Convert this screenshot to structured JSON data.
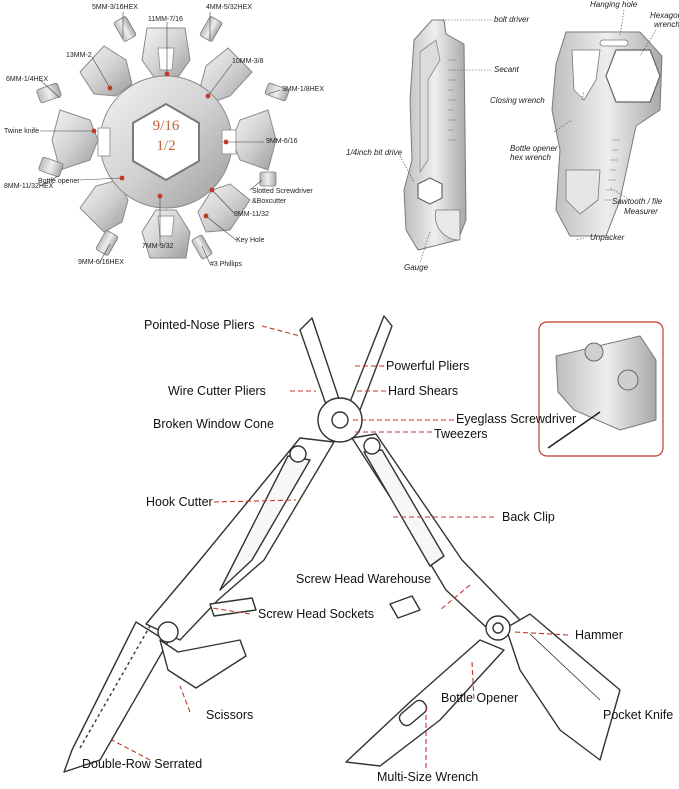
{
  "colors": {
    "accent_dot": "#c0392b",
    "hex_text": "#c0613a",
    "leader_dashed": "#c0392b",
    "inset_border": "#c0392b"
  },
  "snowflake": {
    "center_top": "9/16",
    "center_bottom": "1/2",
    "labels": {
      "hex_5mm": "5MM-3/16HEX",
      "mm11": "11MM-7/16",
      "hex_4mm": "4MM-5/32HEX",
      "mm13": "13MM-2",
      "mm10": "10MM-3/8",
      "hex_6mm": "6MM-1/4HEX",
      "hex_3mm": "3MM-1/8HEX",
      "twine": "Twine knife",
      "mm9": "9MM-6/16",
      "hex_8mm": "8MM-11/32HEX",
      "bottle": "Bottle opener",
      "slotted_1": "Slotted Screwdriver",
      "slotted_2": "&Boxcutter",
      "mm8": "8MM-11/32",
      "mm7": "7MM-9/32",
      "keyhole": "Key Hole",
      "hex_9mm": "9MM-6/16HEX",
      "phillips": "#3 Phillips"
    }
  },
  "key_tools": {
    "labels": {
      "bolt": "bolt driver",
      "secant": "Secant",
      "bitdrive": "1/4inch bit drive",
      "gauge": "Gauge",
      "hanging": "Hanging hole",
      "hexwrench_1": "Hexagon",
      "hexwrench_2": "wrench",
      "closing": "Closing wrench",
      "bottlehex_1": "Bottle opener",
      "bottlehex_2": "hex wrench",
      "saw_1": "Sawtooth / file",
      "saw_2": "Measurer",
      "unpacker": "Unpacker"
    }
  },
  "multitool": {
    "labels": {
      "pointed": "Pointed-Nose Pliers",
      "powerful": "Powerful Pliers",
      "wirecutter": "Wire Cutter Pliers",
      "hardshears": "Hard Shears",
      "broken": "Broken Window Cone",
      "eyeglass": "Eyeglass Screwdriver",
      "tweezers": "Tweezers",
      "hook": "Hook Cutter",
      "backclip": "Back Clip",
      "warehouse": "Screw Head Warehouse",
      "sockets": "Screw Head Sockets",
      "hammer": "Hammer",
      "scissors": "Scissors",
      "bottleopener": "Bottle Opener",
      "pocketknife": "Pocket Knife",
      "serrated": "Double-Row Serrated",
      "multiwrench": "Multi-Size Wrench"
    }
  }
}
